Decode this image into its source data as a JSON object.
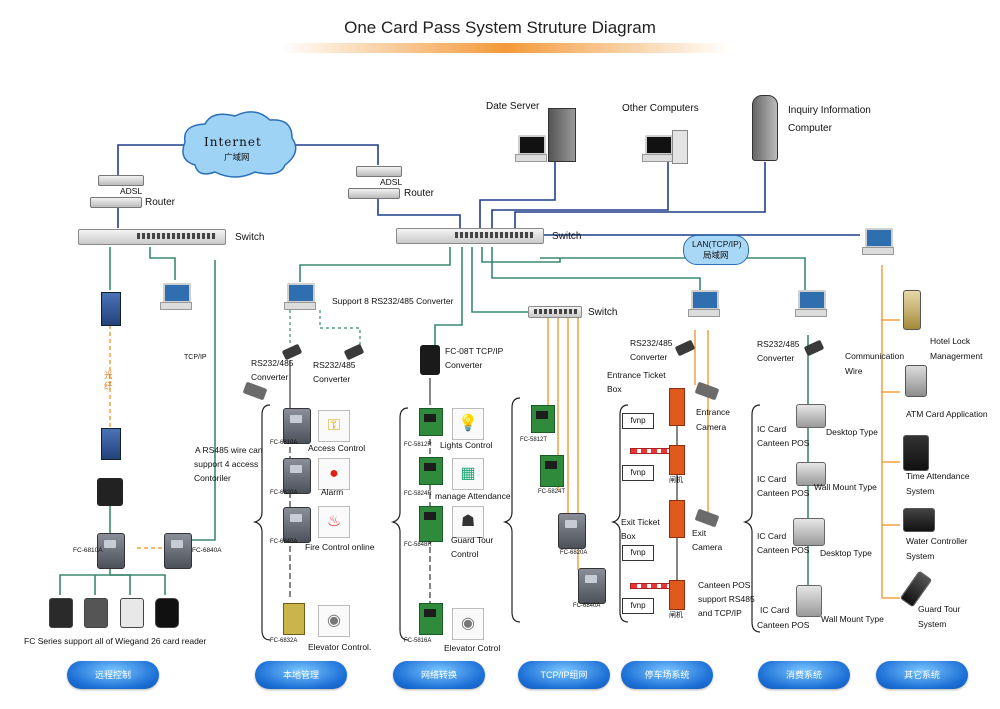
{
  "title": "One Card Pass System Struture Diagram",
  "internet": {
    "label": "Internet",
    "sublabel": "广域网"
  },
  "lan": {
    "label": "LAN(TCP/IP)",
    "sublabel": "局域网"
  },
  "labels": {
    "date_server": "Date Server",
    "other_computers": "Other Computers",
    "inquiry_1": "Inquiry Information",
    "inquiry_2": "Computer",
    "adsl_left": "ADSL",
    "adsl_right": "ADSL",
    "router_left": "Router",
    "router_right": "Router",
    "switch_left": "Switch",
    "switch_center": "Switch",
    "switch_tcp": "Switch",
    "tcpip": "TCP/IP",
    "fiber": "光纤",
    "fc6810a_left": "FC-6810A",
    "fc6840a_left": "FC-6840A",
    "wiegand": "FC Series support all of Wiegand 26 card reader",
    "support8": "Support 8 RS232/485 Converter",
    "rs_conv_a1": "RS232/485",
    "rs_conv_a2": "Converter",
    "rs_conv_b1": "RS232/485",
    "rs_conv_b2": "Converter",
    "rs485_1": "A RS485 wire can",
    "rs485_2": "support 4 access",
    "rs485_3": "Contoriler",
    "fc6810a": "FC-6810A",
    "fc6820a": "FC-6820A",
    "fc6840a": "FC-6840A",
    "fc6832a": "FC-6832A",
    "access_control": "Access Control",
    "alarm": "Alarm",
    "fire": "Fire Control online",
    "elevator1": "Elevator Control.",
    "fc08t_1": "FC-08T TCP/IP",
    "fc08t_2": "Converter",
    "fc5812r": "FC-5812R",
    "fc5824r": "FC-5824R",
    "fc5848r": "FC-5848R",
    "fc5816a": "FC-5816A",
    "lights": "Lights Control",
    "attendance": "manage Attendance",
    "guard_1": "Guard Tour",
    "guard_2": "Control",
    "elevator2": "Elevator Cotrol",
    "fc5812t": "FC-5812T",
    "fc5824t": "FC-5824T",
    "fc6820a_t": "FC-6820A",
    "fc6840a_t": "FC-6840A",
    "park_rs_1": "RS232/485",
    "park_rs_2": "Converter",
    "entrance_box_1": "Entrance Ticket",
    "entrance_box_2": "Box",
    "entrance_cam_1": "Entrance",
    "entrance_cam_2": "Camera",
    "exit_box_1": "Exit Ticket",
    "exit_box_2": "Box",
    "exit_cam_1": "Exit",
    "exit_cam_2": "Camera",
    "fvnp": "fvnp",
    "gate_cn": "闸机",
    "canteen_1": "Canteen POS",
    "canteen_2": "support RS485",
    "canteen_3": "and TCP/IP",
    "pos_rs_1": "RS232/485",
    "pos_rs_2": "Converter",
    "ic_card": "IC Card",
    "canteen_pos": "Canteen POS",
    "desktop": "Desktop Type",
    "wallmount": "Wall Mount Type",
    "comm_1": "Communication",
    "comm_2": "Wire",
    "hotel_1": "Hotel Lock",
    "hotel_2": "Managerment",
    "atm": "ATM Card Application",
    "time_1": "Time Attendance",
    "time_2": "System",
    "water_1": "Water Controller",
    "water_2": "System",
    "gtour_1": "Guard Tour",
    "gtour_2": "System"
  },
  "categories": [
    "远程控制",
    "本地管理",
    "网络转换",
    "TCP/IP组网",
    "停车场系统",
    "消费系统",
    "其它系统"
  ],
  "colors": {
    "line_green": "#3a8a6e",
    "line_blue": "#1f3f8a",
    "line_orange": "#f0a040",
    "pill": "#1c6fd6"
  }
}
